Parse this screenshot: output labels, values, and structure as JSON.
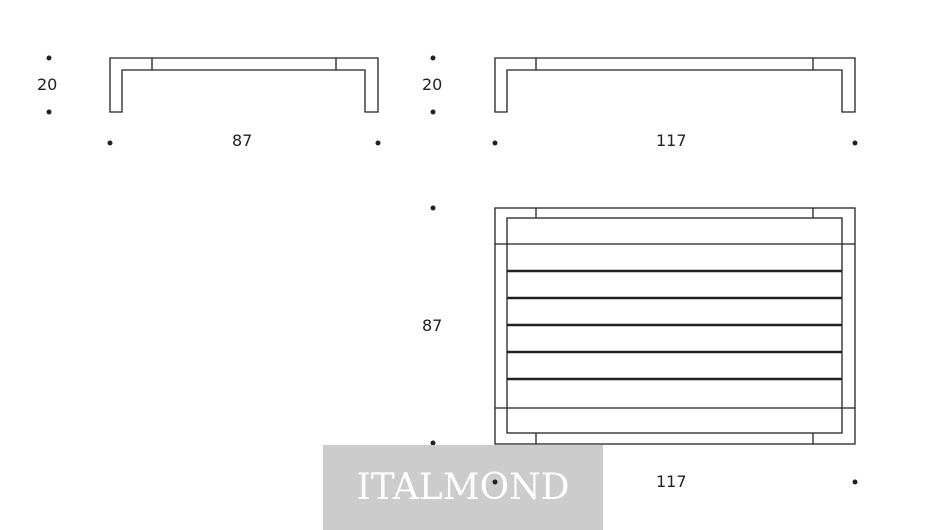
{
  "dimensions": {
    "side_small_height": "20",
    "side_small_width": "87",
    "side_large_height": "20",
    "side_large_width": "117",
    "top_depth": "87",
    "top_width": "117"
  },
  "watermark": {
    "brand": "ITALMOND"
  },
  "colors": {
    "line": "#222222",
    "watermark_bg": "#cccccc",
    "watermark_text": "#ffffff"
  }
}
